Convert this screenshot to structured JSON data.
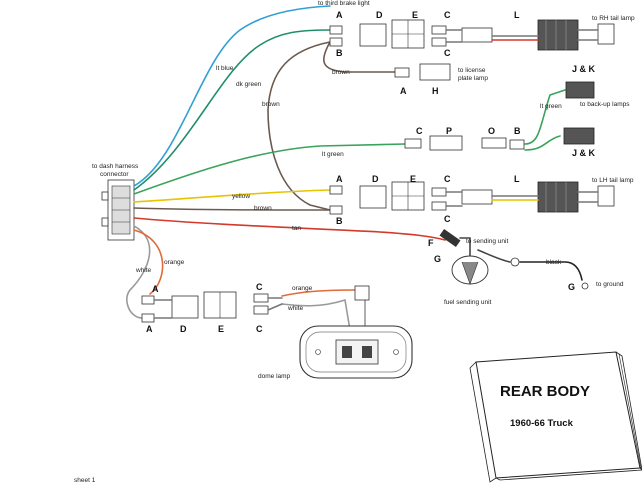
{
  "colors": {
    "lt_blue": "#2f9fd6",
    "dk_green": "#1f8f6a",
    "brown": "#6b5a50",
    "lt_green": "#3aa35a",
    "yellow": "#e6c400",
    "tan": "#d23a2a",
    "orange": "#e06a3a",
    "white": "#9a9a9a",
    "black": "#222222"
  },
  "labels": {
    "third_brake": "to third brake light",
    "rh_tail": "to RH tail lamp",
    "license": "to license",
    "license2": "plate lamp",
    "backup": "to back-up lamps",
    "dash1": "to dash harness",
    "dash2": "connector",
    "lh_tail": "to LH tail lamp",
    "sending": "to sending unit",
    "fuel_unit": "fuel sending unit",
    "ground": "to ground",
    "dome": "dome lamp",
    "sheet": "sheet 1"
  },
  "wires": {
    "lt_blue": "lt blue",
    "dk_green": "dk green",
    "brown_top": "brown",
    "brown_plate": "brown",
    "lt_green_left": "lt green",
    "lt_green_right": "lt green",
    "yellow": "yellow",
    "brown_mid": "brown",
    "tan": "tan",
    "white": "white",
    "orange": "orange",
    "orange_dome": "orange",
    "white_dome": "white",
    "black": "black"
  },
  "letters": {
    "A": "A",
    "B": "B",
    "C": "C",
    "D": "D",
    "E": "E",
    "F": "F",
    "G": "G",
    "H": "H",
    "L": "L",
    "O": "O",
    "P": "P",
    "JK": "J & K"
  },
  "book": {
    "title": "REAR BODY",
    "subtitle": "1960-66 Truck"
  }
}
